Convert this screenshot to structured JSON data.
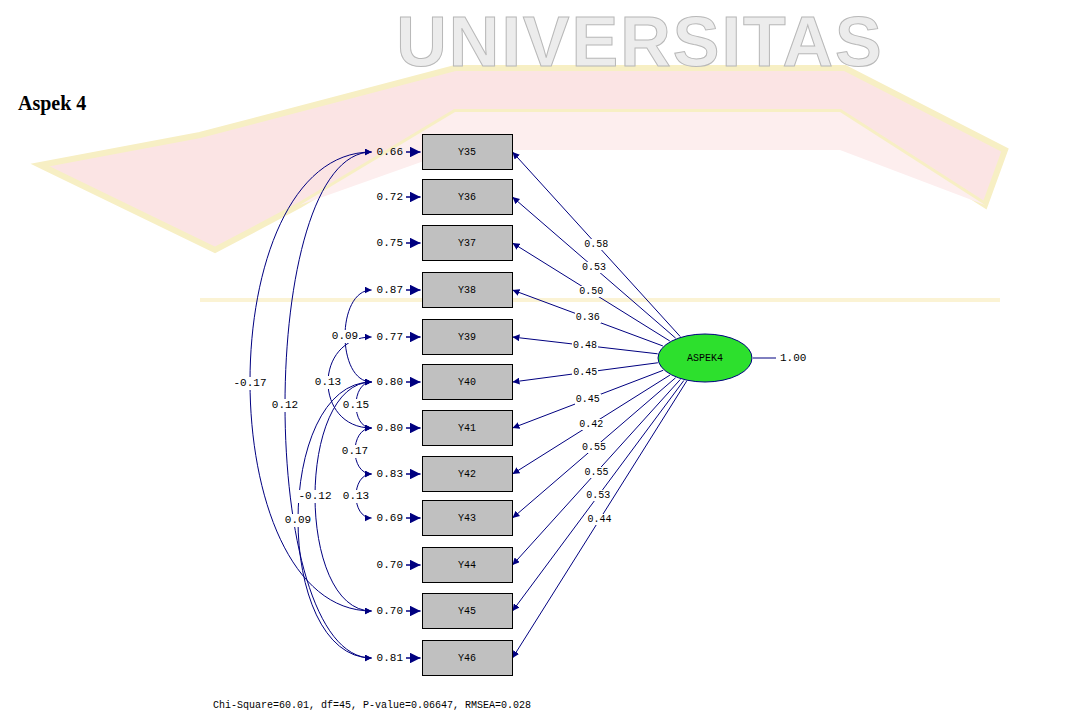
{
  "diagram": {
    "title": "Aspek 4",
    "caption": "Chi-Square=60.01, df=45, P-value=0.06647, RMSEA=0.028",
    "nodes": [
      {
        "text": [
          "Y35"
        ]
      },
      {
        "text": [
          "Y36"
        ]
      },
      {
        "text": [
          "Y37"
        ]
      },
      {
        "text": [
          "Y38"
        ]
      },
      {
        "text": [
          "Y39"
        ]
      },
      {
        "text": [
          "Y40"
        ]
      },
      {
        "text": [
          "Y41"
        ]
      },
      {
        "text": [
          "Y42"
        ]
      },
      {
        "text": [
          "Y43"
        ]
      },
      {
        "text": [
          "Y44"
        ]
      },
      {
        "text": [
          "Y45"
        ]
      },
      {
        "text": [
          "Y46"
        ]
      },
      {
        "text": [
          "ASPEK4"
        ]
      }
    ],
    "edges": [
      {
        "from": 12,
        "to": 0,
        "arrow": "to",
        "label": "0.58"
      },
      {
        "from": 12,
        "to": 1,
        "arrow": "to",
        "label": "0.53"
      },
      {
        "from": 12,
        "to": 2,
        "arrow": "to",
        "label": "0.50"
      },
      {
        "from": 12,
        "to": 3,
        "arrow": "to",
        "label": "0.36"
      },
      {
        "from": 12,
        "to": 4,
        "arrow": "to",
        "label": "0.48"
      },
      {
        "from": 12,
        "to": 5,
        "arrow": "to",
        "label": "0.45"
      },
      {
        "from": 12,
        "to": 6,
        "arrow": "to",
        "label": "0.45"
      },
      {
        "from": 12,
        "to": 7,
        "arrow": "to",
        "label": "0.42"
      },
      {
        "from": 12,
        "to": 8,
        "arrow": "to",
        "label": "0.55"
      },
      {
        "from": 12,
        "to": 9,
        "arrow": "to",
        "label": "0.55"
      },
      {
        "from": 12,
        "to": 10,
        "arrow": "to",
        "label": "0.53"
      },
      {
        "from": 12,
        "to": 11,
        "arrow": "to",
        "label": "0.44"
      }
    ],
    "labels": [
      "UNIVERSITAS",
      "0.66",
      "0.72",
      "0.75",
      "0.87",
      "0.77",
      "0.80",
      "0.80",
      "0.83",
      "0.69",
      "0.70",
      "0.70",
      "0.81",
      "1.00",
      "-0.17",
      "0.12",
      "0.09",
      "0.13",
      "0.15",
      "0.17",
      "-0.12",
      "0.13",
      "0.09"
    ]
  }
}
